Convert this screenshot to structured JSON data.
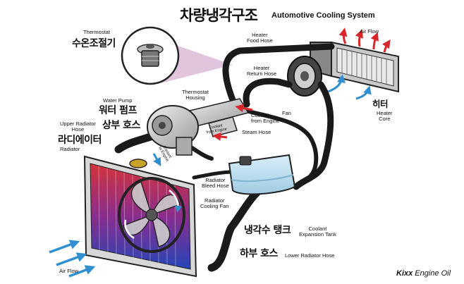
{
  "title": {
    "ko": "차량냉각구조",
    "en": "Automotive Cooling System"
  },
  "labels": {
    "thermostat_en": "Thermostat",
    "thermostat_ko": "수온조절기",
    "heater_food_hose": "Heater\nFood Hose",
    "heater_return_hose": "Heater\nReturn Hose",
    "air_flow_top": "Air Flow",
    "water_pump_en": "Water Pump",
    "water_pump_ko": "워터 펌프",
    "thermostat_housing": "Thermostat\nHousing",
    "coolant_from_engine": "Coolant\nfrom Engine",
    "coolant_from_engine_small": "Coolant\nfrom Engine",
    "coolant_to_engine_small": "Coolant\nto Engine",
    "fan": "Fan",
    "heater_core_ko": "히터",
    "heater_core_en": "Heater\nCore",
    "upper_radiator_hose_en": "Upper Radiator\nHose",
    "upper_radiator_hose_ko": "상부 호스",
    "radiator_ko": "라디에이터",
    "radiator_en": "Radiator",
    "steam_hose": "Steam Hose",
    "radiator_bleed_hose": "Radiator\nBleed Hose",
    "radiator_cooling_fan": "Radiator\nCooling Fan",
    "expansion_tank_ko": "냉각수 탱크",
    "expansion_tank_en": "Coolant\nExpansion Tank",
    "lower_radiator_hose_ko": "하부 호스",
    "lower_radiator_hose_en": "Lower Radiator Hose",
    "air_flow_bottom": "Air Flow"
  },
  "brand": {
    "bold": "Kixx",
    "rest": " Engine Oil"
  },
  "colors": {
    "hose": "#1a1a1a",
    "flow_arrow_blue": "#2f8fd0",
    "flow_arrow_red": "#d8262b",
    "radiator_hot": "#c0282d",
    "radiator_cold": "#2140a8",
    "tank": "#bfe0f0",
    "callout": "#c9a4c7"
  }
}
